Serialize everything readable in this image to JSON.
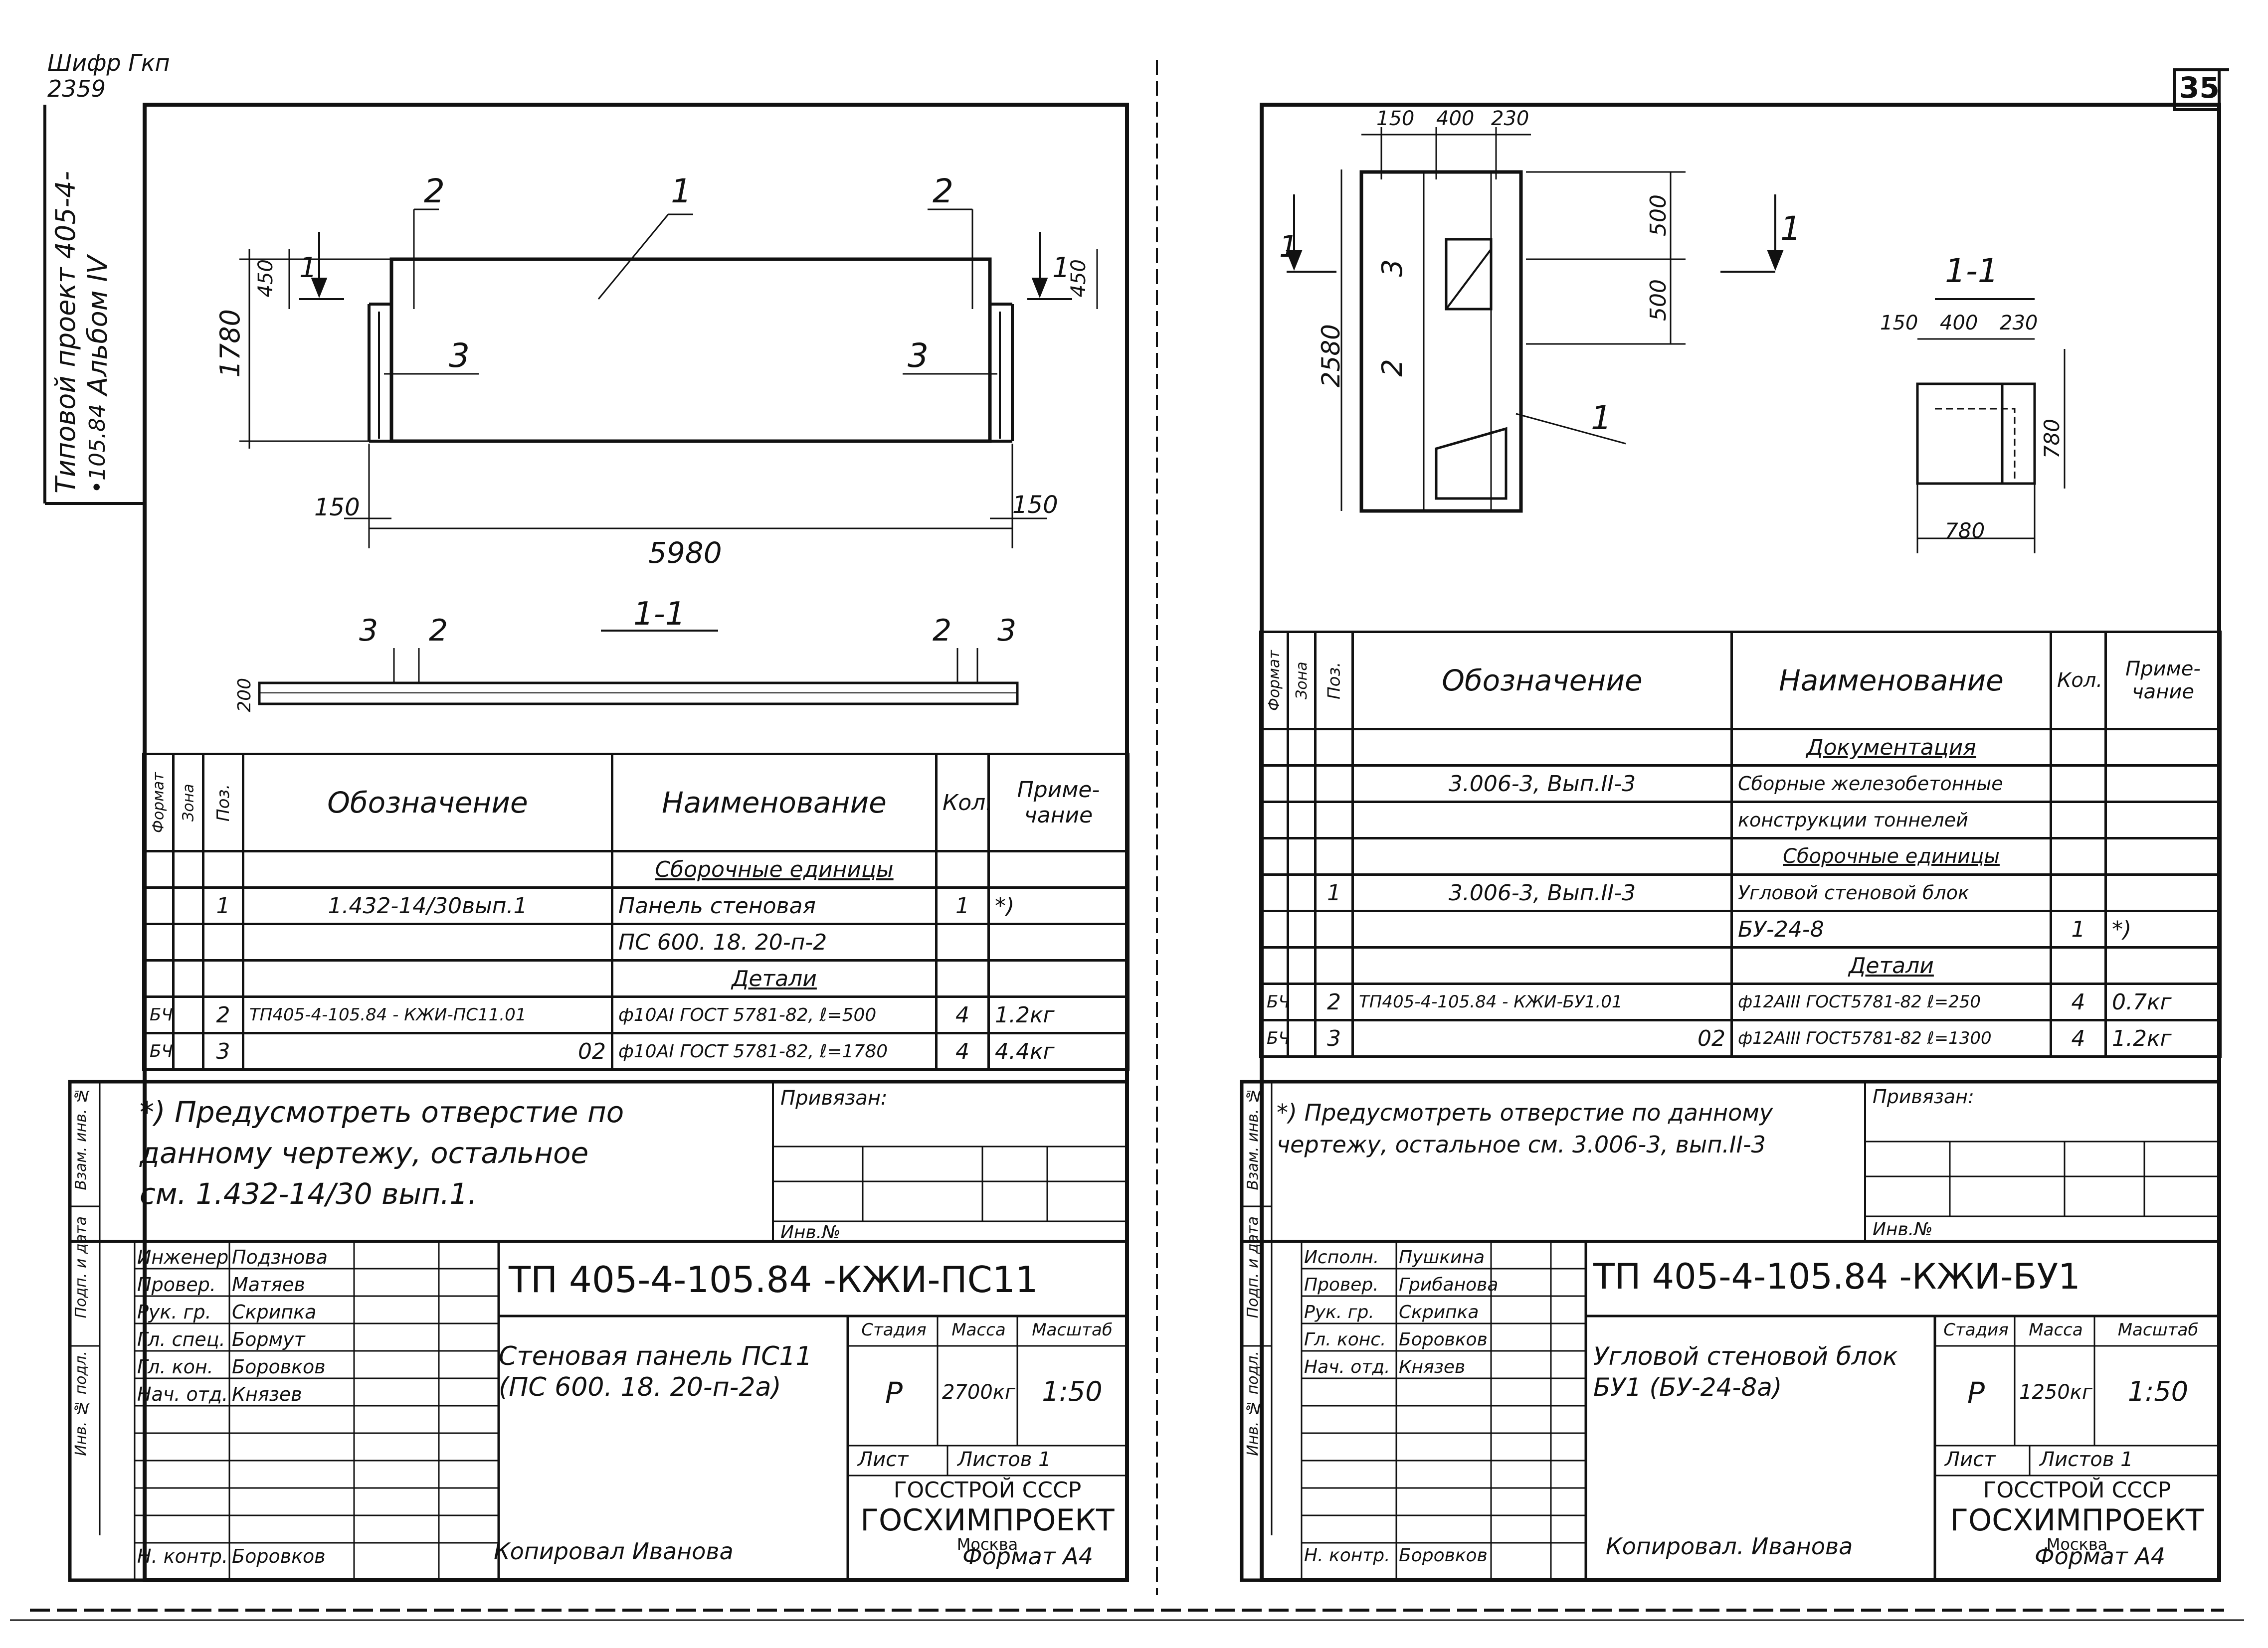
{
  "sheet_number": "35",
  "top_left_code": [
    "Шифр Гкп",
    "2359"
  ],
  "side_label": [
    "Типовой проект 405-4-",
    "•105.84",
    "Альбом IV"
  ],
  "left": {
    "drawing": {
      "callouts": [
        "1",
        "2",
        "2",
        "3",
        "3"
      ],
      "section_marks": [
        "1",
        "1"
      ],
      "dims": {
        "height": "1780",
        "top_left": "450",
        "top_right": "450",
        "bottom_left": "150",
        "bottom_right": "150",
        "length": "5980"
      },
      "section_title": "1-1",
      "section_callouts": [
        "3",
        "2",
        "2",
        "3"
      ],
      "section_dim": "200"
    },
    "spec": {
      "headers": {
        "format": "Формат",
        "zone": "Зона",
        "pos": "Поз.",
        "designation": "Обозначение",
        "name": "Наименование",
        "qty": "Кол.",
        "note": "Приме- чание"
      },
      "rows": [
        {
          "format": "",
          "zone": "",
          "pos": "",
          "designation": "",
          "name": "Сборочные единицы",
          "qty": "",
          "note": ""
        },
        {
          "format": "",
          "zone": "",
          "pos": "1",
          "designation": "1.432-14/30вып.1",
          "name": "Панель стеновая",
          "qty": "1",
          "note": "*)"
        },
        {
          "format": "",
          "zone": "",
          "pos": "",
          "designation": "",
          "name": "ПС 600. 18. 20-п-2",
          "qty": "",
          "note": ""
        },
        {
          "format": "",
          "zone": "",
          "pos": "",
          "designation": "",
          "name": "Детали",
          "qty": "",
          "note": ""
        },
        {
          "format": "БЧ",
          "zone": "",
          "pos": "2",
          "designation": "ТП405-4-105.84 - КЖИ-ПС11.01",
          "name": "ф10АI ГОСТ 5781-82, ℓ=500",
          "qty": "4",
          "note": "1.2кг"
        },
        {
          "format": "БЧ",
          "zone": "",
          "pos": "3",
          "designation": "02",
          "name": "ф10АI ГОСТ 5781-82, ℓ=1780",
          "qty": "4",
          "note": "4.4кг"
        }
      ]
    },
    "note_lines": [
      "*) Предусмотреть отверстие по",
      "данному чертежу, остальное",
      "см. 1.432-14/30 вып.1."
    ],
    "bind_label": "Привязан:",
    "inv_label": "Инв.№",
    "margin_labels": [
      "Инв. № подл.",
      "Подп. и дата",
      "Взам. инв. №"
    ],
    "signatures": [
      {
        "role": "Инженер",
        "name": "Подзнова"
      },
      {
        "role": "Провер.",
        "name": "Матяев"
      },
      {
        "role": "Рук. гр.",
        "name": "Скрипка"
      },
      {
        "role": "Гл. спец.",
        "name": "Бормут"
      },
      {
        "role": "Гл. кон.",
        "name": "Боровков"
      },
      {
        "role": "Нач. отд.",
        "name": "Князев"
      }
    ],
    "norm_control": {
      "role": "Н. контр.",
      "name": "Боровков"
    },
    "title_code": "ТП 405-4-105.84 -КЖИ-ПС11",
    "title_name": "Стеновая панель ПС11 (ПС 600. 18. 20-п-2а)",
    "stage_headers": [
      "Стадия",
      "Масса",
      "Масштаб"
    ],
    "stage_values": [
      "Р",
      "2700кг",
      "1:50"
    ],
    "sheet_labels": [
      "Лист",
      "Листов 1"
    ],
    "org": [
      "ГОССТРОЙ СССР",
      "ГОСХИМПРОЕКТ",
      "Москва"
    ],
    "copied": "Копировал Иванова",
    "format": "Формат А4"
  },
  "right": {
    "drawing": {
      "dims_top": [
        "150",
        "400",
        "230"
      ],
      "dim_height": "2580",
      "dims_right": [
        "500",
        "500"
      ],
      "callouts": [
        "3",
        "2",
        "1"
      ],
      "section_marks": [
        "1",
        "1"
      ],
      "section_title": "1-1",
      "section_dims_top": [
        "150",
        "400",
        "230"
      ],
      "section_dim_right": "780",
      "section_dim_bottom": "780"
    },
    "spec": {
      "headers": {
        "format": "Формат",
        "zone": "Зона",
        "pos": "Поз.",
        "designation": "Обозначение",
        "name": "Наименование",
        "qty": "Кол.",
        "note": "Приме- чание"
      },
      "rows": [
        {
          "format": "",
          "zone": "",
          "pos": "",
          "designation": "",
          "name": "Документация",
          "qty": "",
          "note": ""
        },
        {
          "format": "",
          "zone": "",
          "pos": "",
          "designation": "3.006-3, Вып.II-3",
          "name": "Сборные железобетонные",
          "qty": "",
          "note": ""
        },
        {
          "format": "",
          "zone": "",
          "pos": "",
          "designation": "",
          "name": "конструкции тоннелей",
          "qty": "",
          "note": ""
        },
        {
          "format": "",
          "zone": "",
          "pos": "",
          "designation": "",
          "name": "Сборочные единицы",
          "qty": "",
          "note": ""
        },
        {
          "format": "",
          "zone": "",
          "pos": "1",
          "designation": "3.006-3, Вып.II-3",
          "name": "Угловой стеновой блок",
          "qty": "",
          "note": ""
        },
        {
          "format": "",
          "zone": "",
          "pos": "",
          "designation": "",
          "name": "БУ-24-8",
          "qty": "1",
          "note": "*)"
        },
        {
          "format": "",
          "zone": "",
          "pos": "",
          "designation": "",
          "name": "Детали",
          "qty": "",
          "note": ""
        },
        {
          "format": "БЧ",
          "zone": "",
          "pos": "2",
          "designation": "ТП405-4-105.84 - КЖИ-БУ1.01",
          "name": "ф12АIII ГОСТ5781-82 ℓ=250",
          "qty": "4",
          "note": "0.7кг"
        },
        {
          "format": "БЧ",
          "zone": "",
          "pos": "3",
          "designation": "02",
          "name": "ф12АIII ГОСТ5781-82 ℓ=1300",
          "qty": "4",
          "note": "1.2кг"
        }
      ]
    },
    "note_lines": [
      "*) Предусмотреть отверстие по данному",
      "чертежу, остальное см. 3.006-3, вып.II-3"
    ],
    "bind_label": "Привязан:",
    "inv_label": "Инв.№",
    "margin_labels": [
      "Инв. № подл.",
      "Подп. и дата",
      "Взам. инв. №"
    ],
    "signatures": [
      {
        "role": "Исполн.",
        "name": "Пушкина"
      },
      {
        "role": "Провер.",
        "name": "Грибанова"
      },
      {
        "role": "Рук. гр.",
        "name": "Скрипка"
      },
      {
        "role": "Гл. конс.",
        "name": "Боровков"
      },
      {
        "role": "Нач. отд.",
        "name": "Князев"
      }
    ],
    "norm_control": {
      "role": "Н. контр.",
      "name": "Боровков"
    },
    "title_code": "ТП 405-4-105.84 -КЖИ-БУ1",
    "title_name": "Угловой стеновой блок БУ1 (БУ-24-8а)",
    "stage_headers": [
      "Стадия",
      "Масса",
      "Масштаб"
    ],
    "stage_values": [
      "Р",
      "1250кг",
      "1:50"
    ],
    "sheet_labels": [
      "Лист",
      "Листов 1"
    ],
    "org": [
      "ГОССТРОЙ СССР",
      "ГОСХИМПРОЕКТ",
      "Москва"
    ],
    "copied": "Копировал. Иванова",
    "format": "Формат А4"
  }
}
